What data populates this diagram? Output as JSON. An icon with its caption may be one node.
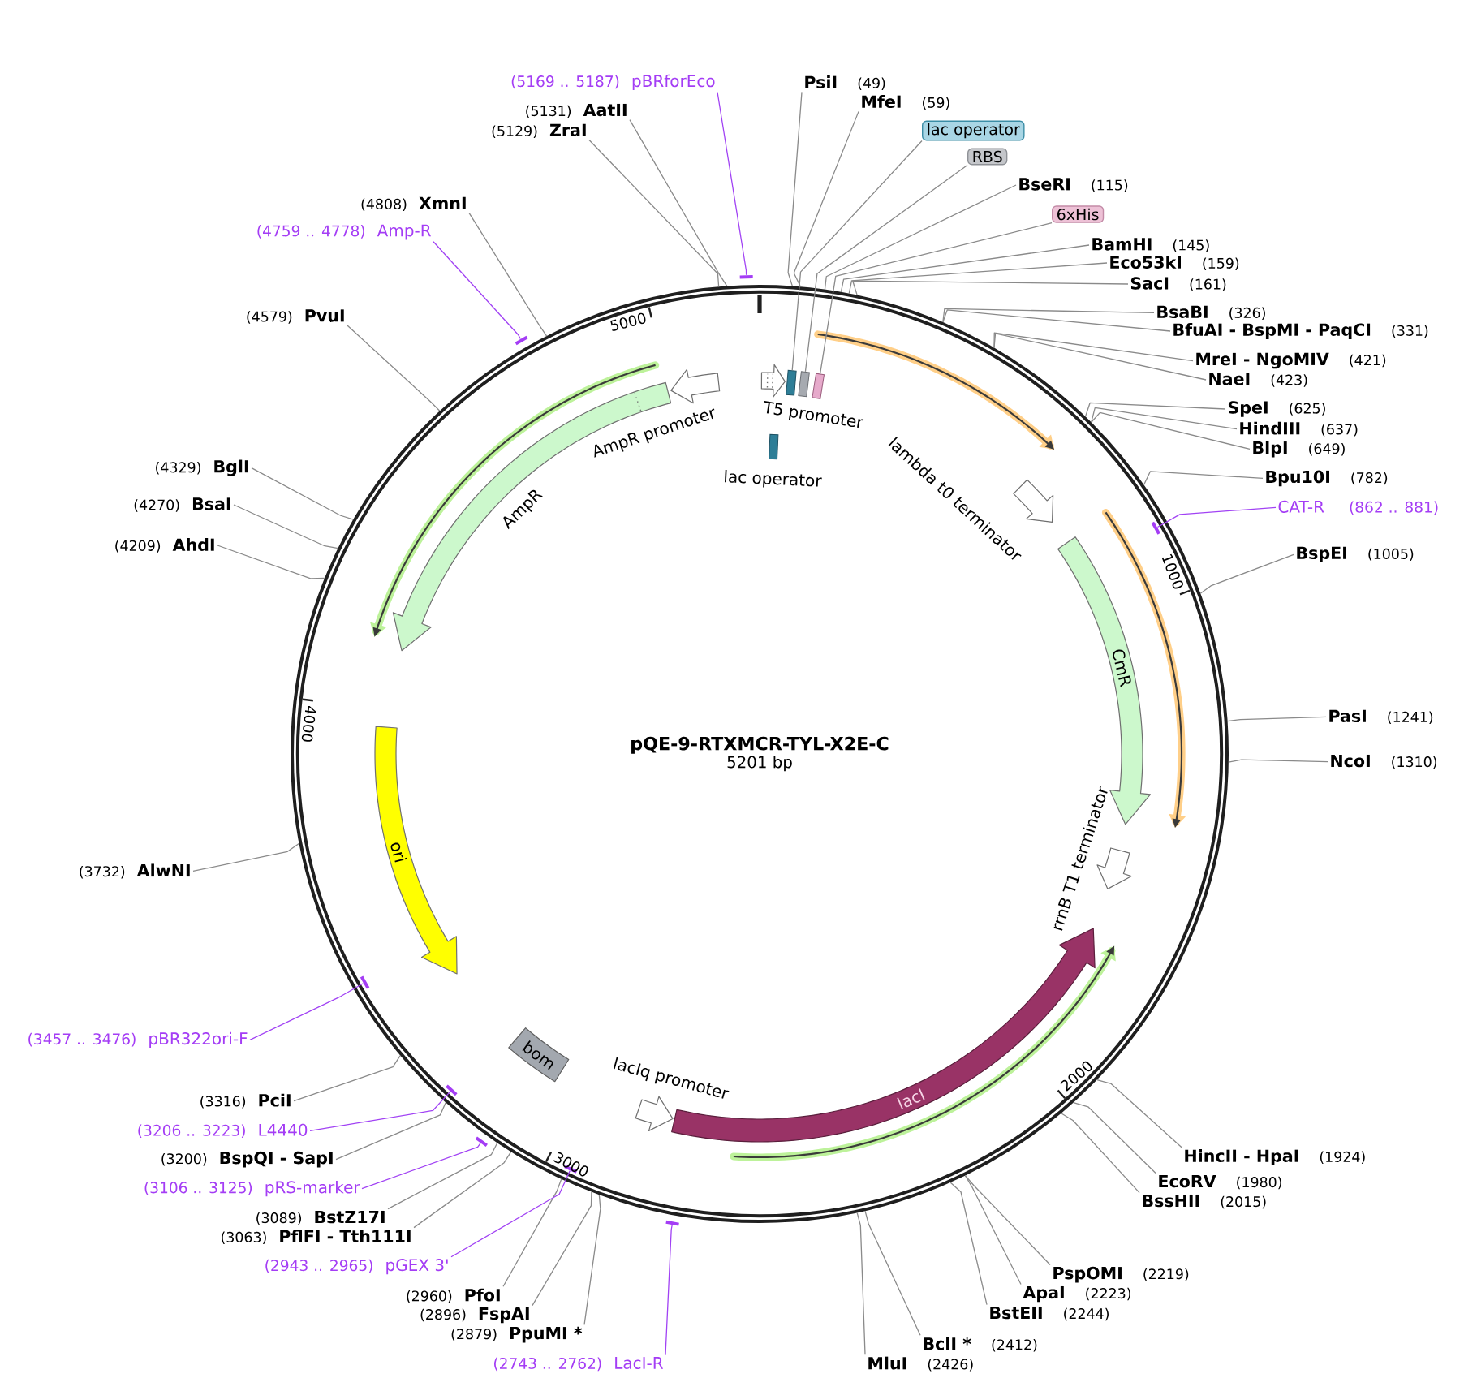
{
  "diagram": {
    "nodes": [
      {
        "text": [
          "pQE-9-RTXMCR-TYL-X2E-C",
          "5201 bp"
        ]
      },
      {
        "text": [
          "T5 promoter"
        ],
        "in": 0
      },
      {
        "text": [],
        "shape": "box",
        "in": 0
      },
      {
        "text": [],
        "shape": "box",
        "in": 0
      },
      {
        "text": [],
        "shape": "box",
        "in": 0
      },
      {
        "text": [
          "lac operator"
        ],
        "in": 0
      },
      {
        "text": [
          "lambda t0 terminator"
        ],
        "in": 0
      },
      {
        "text": [
          "CmR"
        ],
        "in": 0
      },
      {
        "text": [
          "rrnB T1 terminator"
        ],
        "in": 0
      },
      {
        "text": [
          "lacI"
        ],
        "in": 0
      },
      {
        "text": [
          "lacIq promoter"
        ],
        "in": 0
      },
      {
        "text": [
          "bom"
        ],
        "in": 0
      },
      {
        "text": [
          "ori"
        ],
        "in": 0
      },
      {
        "text": [
          "AmpR"
        ],
        "in": 0
      },
      {
        "text": [
          "AmpR promoter"
        ],
        "in": 0
      },
      {
        "text": [
          "PsiI",
          "(49)"
        ]
      },
      {
        "text": [
          "MfeI",
          "(59)"
        ]
      },
      {
        "text": [
          "lac operator"
        ]
      },
      {
        "text": [
          "RBS"
        ]
      },
      {
        "text": [
          "BseRI",
          "(115)"
        ]
      },
      {
        "text": [
          "6xHis"
        ]
      },
      {
        "text": [
          "BamHI",
          "(145)"
        ]
      },
      {
        "text": [
          "Eco53kI",
          "(159)"
        ]
      },
      {
        "text": [
          "SacI",
          "(161)"
        ]
      },
      {
        "text": [
          "BsaBI",
          "(326)"
        ]
      },
      {
        "text": [
          "BfuAI - BspMI - PaqCI",
          "(331)"
        ]
      },
      {
        "text": [
          "MreI - NgoMIV",
          "(421)"
        ]
      },
      {
        "text": [
          "NaeI",
          "(423)"
        ]
      },
      {
        "text": [
          "SpeI",
          "(625)"
        ]
      },
      {
        "text": [
          "HindIII",
          "(637)"
        ]
      },
      {
        "text": [
          "BlpI",
          "(649)"
        ]
      },
      {
        "text": [
          "Bpu10I",
          "(782)"
        ]
      },
      {
        "text": [
          "CAT-R",
          "(862 .. 881)"
        ]
      },
      {
        "text": [],
        "shape": "bar",
        "in": 0
      },
      {
        "text": [
          "BspEI",
          "(1005)"
        ]
      },
      {
        "text": [
          "PasI",
          "(1241)"
        ]
      },
      {
        "text": [
          "NcoI",
          "(1310)"
        ]
      },
      {
        "text": [
          "HincII - HpaI",
          "(1924)"
        ]
      },
      {
        "text": [
          "EcoRV",
          "(1980)"
        ]
      },
      {
        "text": [
          "BssHII",
          "(2015)"
        ]
      },
      {
        "text": [
          "PspOMI",
          "(2219)"
        ]
      },
      {
        "text": [
          "ApaI",
          "(2223)"
        ]
      },
      {
        "text": [
          "BstEII",
          "(2244)"
        ]
      },
      {
        "text": [
          "BclI *",
          "(2412)"
        ]
      },
      {
        "text": [
          "MluI",
          "(2426)"
        ]
      },
      {
        "text": [
          "(2743 .. 2762)",
          "LacI-R"
        ]
      },
      {
        "text": [],
        "shape": "bar"
      },
      {
        "text": [
          "(2879)",
          "PpuMI *"
        ]
      },
      {
        "text": [
          "(2896)",
          "FspAI"
        ]
      },
      {
        "text": [
          "(2960)",
          "PfoI"
        ]
      },
      {
        "text": [
          "(2943 .. 2965)",
          "pGEX 3'"
        ]
      },
      {
        "text": [],
        "shape": "bar",
        "in": 0
      },
      {
        "text": [
          "(3063)",
          "PflFI - Tth111I"
        ]
      },
      {
        "text": [
          "(3089)",
          "BstZ17I"
        ]
      },
      {
        "text": [
          "(3106 .. 3125)",
          "pRS-marker"
        ]
      },
      {
        "text": [],
        "shape": "bar"
      },
      {
        "text": [
          "(3200)",
          "BspQI - SapI"
        ]
      },
      {
        "text": [
          "(3206 .. 3223)",
          "L4440"
        ]
      },
      {
        "text": [],
        "shape": "bar",
        "in": 0
      },
      {
        "text": [
          "(3316)",
          "PciI"
        ]
      },
      {
        "text": [
          "(3457 .. 3476)",
          "pBR322ori-F"
        ]
      },
      {
        "text": [],
        "shape": "bar",
        "in": 0
      },
      {
        "text": [
          "(3732)",
          "AlwNI"
        ]
      },
      {
        "text": [
          "(4209)",
          "AhdI"
        ]
      },
      {
        "text": [
          "(4270)",
          "BsaI"
        ]
      },
      {
        "text": [
          "(4329)",
          "BglI"
        ]
      },
      {
        "text": [
          "(4579)",
          "PvuI"
        ]
      },
      {
        "text": [
          "(4759 .. 4778)",
          "Amp-R"
        ]
      },
      {
        "text": [],
        "shape": "bar"
      },
      {
        "text": [
          "(4808)",
          "XmnI"
        ]
      },
      {
        "text": [
          "(5129)",
          "ZraI"
        ]
      },
      {
        "text": [
          "(5131)",
          "AatII"
        ]
      },
      {
        "text": [
          "(5169 .. 5187)",
          "pBRforEco"
        ]
      },
      {
        "text": [],
        "shape": "bar"
      }
    ],
    "edges": [
      {
        "from": 15,
        "to": 0,
        "arrow": "none"
      },
      {
        "from": 16,
        "to": 0,
        "arrow": "none"
      },
      {
        "from": 17,
        "to": 2,
        "arrow": "none"
      },
      {
        "from": 18,
        "to": 3,
        "arrow": "none"
      },
      {
        "from": 19,
        "to": 0,
        "arrow": "none"
      },
      {
        "from": 20,
        "to": 4,
        "arrow": "none"
      },
      {
        "from": 21,
        "to": 0,
        "arrow": "none"
      },
      {
        "from": 22,
        "to": 0,
        "arrow": "none"
      },
      {
        "from": 23,
        "to": 0,
        "arrow": "none"
      },
      {
        "from": 24,
        "to": 0,
        "arrow": "none"
      },
      {
        "from": 25,
        "to": 0,
        "arrow": "none"
      },
      {
        "from": 26,
        "to": 0,
        "arrow": "none"
      },
      {
        "from": 27,
        "to": 0,
        "arrow": "none"
      },
      {
        "from": 28,
        "to": 0,
        "arrow": "none"
      },
      {
        "from": 29,
        "to": 0,
        "arrow": "none"
      },
      {
        "from": 30,
        "to": 0,
        "arrow": "none"
      },
      {
        "from": 31,
        "to": 0,
        "arrow": "none"
      },
      {
        "from": 32,
        "to": 33,
        "arrow": "none",
        "color": "#a142f4"
      },
      {
        "from": 34,
        "to": 0,
        "arrow": "none"
      },
      {
        "from": 35,
        "to": 0,
        "arrow": "none"
      },
      {
        "from": 36,
        "to": 0,
        "arrow": "none"
      },
      {
        "from": 37,
        "to": 0,
        "arrow": "none"
      },
      {
        "from": 38,
        "to": 0,
        "arrow": "none"
      },
      {
        "from": 39,
        "to": 0,
        "arrow": "none"
      },
      {
        "from": 40,
        "to": 0,
        "arrow": "none"
      },
      {
        "from": 41,
        "to": 0,
        "arrow": "none"
      },
      {
        "from": 42,
        "to": 0,
        "arrow": "none"
      },
      {
        "from": 43,
        "to": 0,
        "arrow": "none"
      },
      {
        "from": 44,
        "to": 0,
        "arrow": "none"
      },
      {
        "from": 45,
        "to": 46,
        "arrow": "none",
        "color": "#a142f4"
      },
      {
        "from": 47,
        "to": 0,
        "arrow": "none"
      },
      {
        "from": 48,
        "to": 0,
        "arrow": "none"
      },
      {
        "from": 49,
        "to": 0,
        "arrow": "none"
      },
      {
        "from": 50,
        "to": 51,
        "arrow": "none",
        "color": "#a142f4"
      },
      {
        "from": 52,
        "to": 0,
        "arrow": "none"
      },
      {
        "from": 53,
        "to": 0,
        "arrow": "none"
      },
      {
        "from": 54,
        "to": 55,
        "arrow": "none",
        "color": "#a142f4"
      },
      {
        "from": 56,
        "to": 0,
        "arrow": "none"
      },
      {
        "from": 57,
        "to": 58,
        "arrow": "none",
        "color": "#a142f4"
      },
      {
        "from": 59,
        "to": 0,
        "arrow": "none"
      },
      {
        "from": 60,
        "to": 61,
        "arrow": "none",
        "color": "#a142f4"
      },
      {
        "from": 62,
        "to": 0,
        "arrow": "none"
      },
      {
        "from": 63,
        "to": 0,
        "arrow": "none"
      },
      {
        "from": 64,
        "to": 0,
        "arrow": "none"
      },
      {
        "from": 65,
        "to": 0,
        "arrow": "none"
      },
      {
        "from": 66,
        "to": 0,
        "arrow": "none"
      },
      {
        "from": 67,
        "to": 68,
        "arrow": "none",
        "color": "#a142f4"
      },
      {
        "from": 69,
        "to": 0,
        "arrow": "none"
      },
      {
        "from": 70,
        "to": 0,
        "arrow": "none"
      },
      {
        "from": 71,
        "to": 0,
        "arrow": "none"
      },
      {
        "from": 72,
        "to": 73,
        "arrow": "none",
        "color": "#a142f4"
      }
    ],
    "labels": [
      "5000",
      "1000",
      "4000",
      "2000",
      "3000"
    ]
  }
}
